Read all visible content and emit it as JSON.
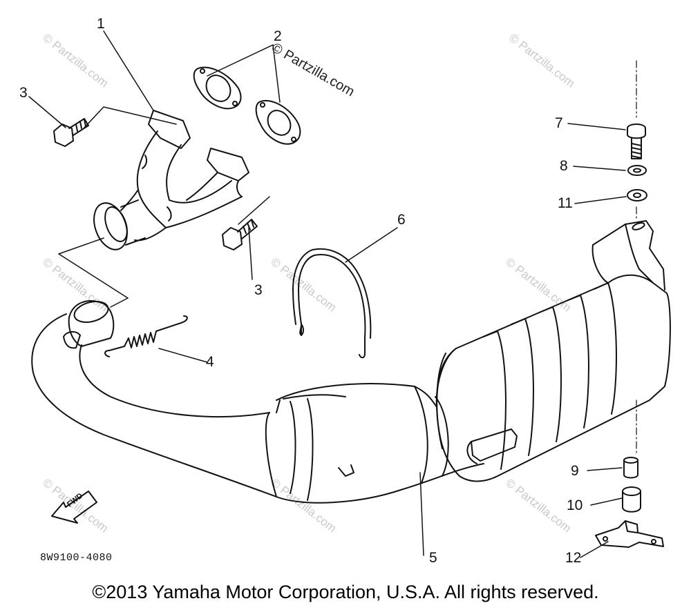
{
  "watermark": {
    "main": "© Partzilla.com",
    "repeat": "© Partzilla.com"
  },
  "callouts": [
    "1",
    "2",
    "3",
    "3",
    "4",
    "5",
    "6",
    "7",
    "8",
    "9",
    "10",
    "11",
    "12"
  ],
  "fwd_label": "FWD",
  "diagram_code": "8W9100-4080",
  "copyright": "©2013 Yamaha Motor Corporation, U.S.A. All rights reserved."
}
